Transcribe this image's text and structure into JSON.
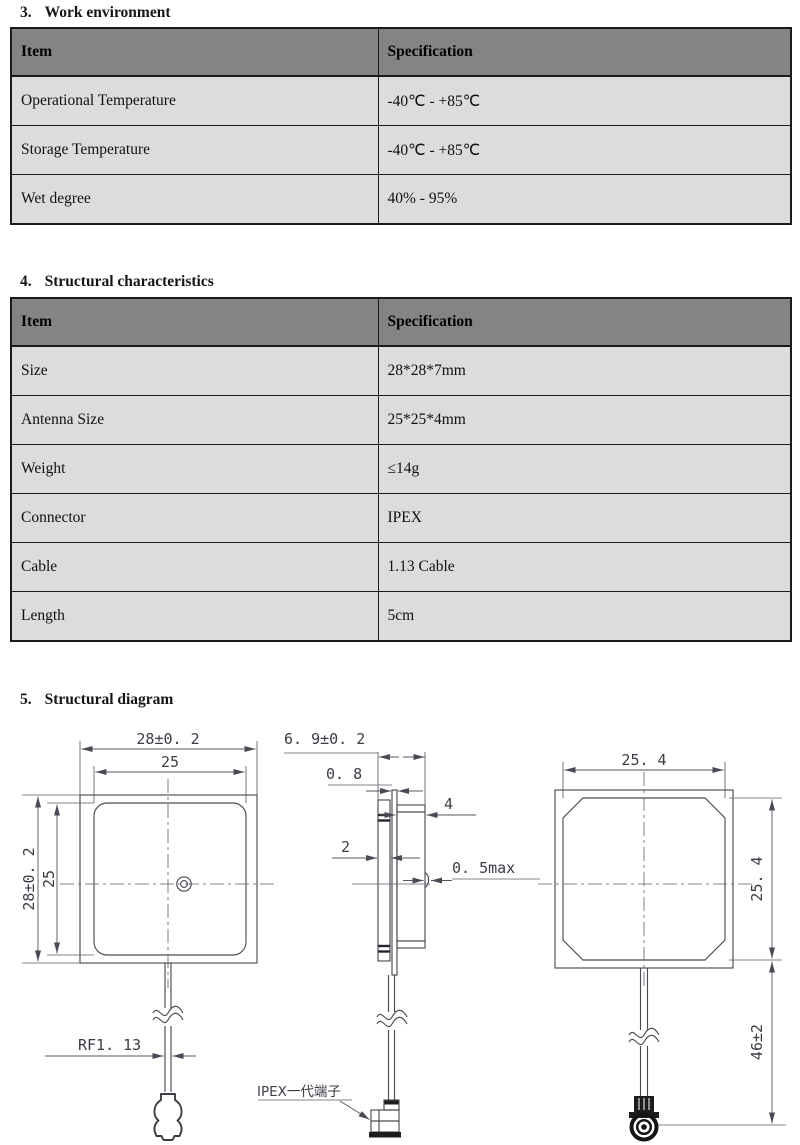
{
  "sections": {
    "work_environment": {
      "number": "3.",
      "title": "Work environment",
      "table": {
        "headers": [
          "Item",
          "Specification"
        ],
        "rows": [
          [
            "Operational Temperature",
            "-40℃ - +85℃"
          ],
          [
            "Storage Temperature",
            "-40℃ - +85℃"
          ],
          [
            "Wet degree",
            "40% - 95%"
          ]
        ]
      }
    },
    "structural_characteristics": {
      "number": "4.",
      "title": "Structural characteristics",
      "table": {
        "headers": [
          "Item",
          "Specification"
        ],
        "rows": [
          [
            "Size",
            "28*28*7mm"
          ],
          [
            "Antenna Size",
            "25*25*4mm"
          ],
          [
            "Weight",
            "≤14g"
          ],
          [
            "Connector",
            "IPEX"
          ],
          [
            "Cable",
            "1.13 Cable"
          ],
          [
            "Length",
            "5cm"
          ]
        ]
      }
    },
    "structural_diagram": {
      "number": "5.",
      "title": "Structural diagram",
      "front_view": {
        "width_outer": "28±0. 2",
        "width_inner": "25",
        "height_outer": "28±0. 2",
        "height_inner": "25",
        "cable_dim": "RF1. 13"
      },
      "side_view": {
        "total_thickness": "6. 9±0. 2",
        "pcb_thickness": "0. 8",
        "ceramic_thickness": "4",
        "plate_thickness": "2",
        "pin_protrusion": "0. 5max",
        "connector_label": "IPEX一代端子"
      },
      "back_view": {
        "width": "25. 4",
        "height": "25. 4",
        "cable_length": "46±2"
      }
    }
  },
  "colors": {
    "table_header_bg": "#848484",
    "table_row_bg": "#dcdcdc",
    "table_border": "#1a1a1a",
    "drawing_line": "#4a4a53",
    "dim_text": "#3c3c46"
  }
}
